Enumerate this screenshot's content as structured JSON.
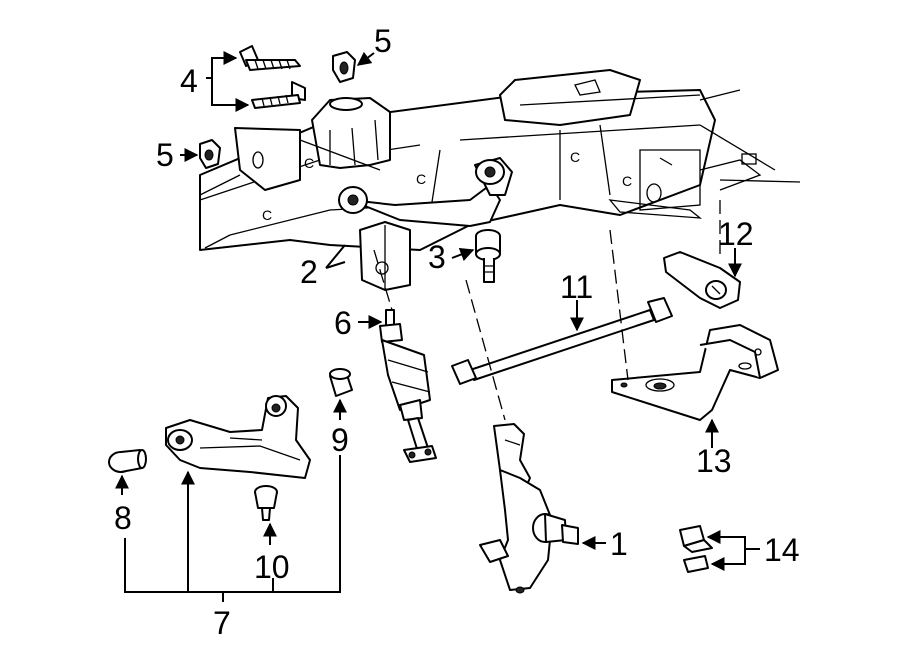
{
  "callouts": {
    "c1": "1",
    "c2": "2",
    "c3": "3",
    "c4": "4",
    "c5a": "5",
    "c5b": "5",
    "c6": "6",
    "c7": "7",
    "c8": "8",
    "c9": "9",
    "c10": "10",
    "c11": "11",
    "c12": "12",
    "c13": "13",
    "c14": "14"
  },
  "frame_marks": {
    "m1": "C",
    "m2": "C",
    "m3": "C",
    "m4": "C",
    "m5": "C"
  }
}
